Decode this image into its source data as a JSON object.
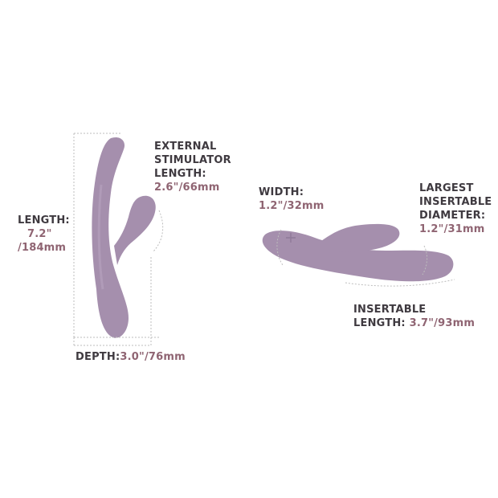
{
  "colors": {
    "product": "#a58fad",
    "product_shade": "#8f7a99",
    "label": "#3f3a40",
    "value": "#8f6472",
    "guide": "#bdbdbd"
  },
  "vertical_view": {
    "length": {
      "label": "LENGTH:",
      "value_line1": "7.2\"",
      "value_line2": "/184mm"
    },
    "external_stimulator": {
      "line1": "EXTERNAL",
      "line2": "STIMULATOR",
      "line3": "LENGTH:",
      "value": "2.6\"/66mm"
    },
    "depth": {
      "label": "DEPTH:",
      "value": "3.0\"/76mm"
    }
  },
  "horizontal_view": {
    "width": {
      "label": "WIDTH:",
      "value": "1.2\"/32mm"
    },
    "largest_diameter": {
      "line1": "LARGEST",
      "line2": "INSERTABLE",
      "line3": "DIAMETER:",
      "value": "1.2\"/31mm"
    },
    "insertable_length": {
      "line1": "INSERTABLE",
      "line2_label": "LENGTH:",
      "value": "3.7\"/93mm"
    }
  }
}
